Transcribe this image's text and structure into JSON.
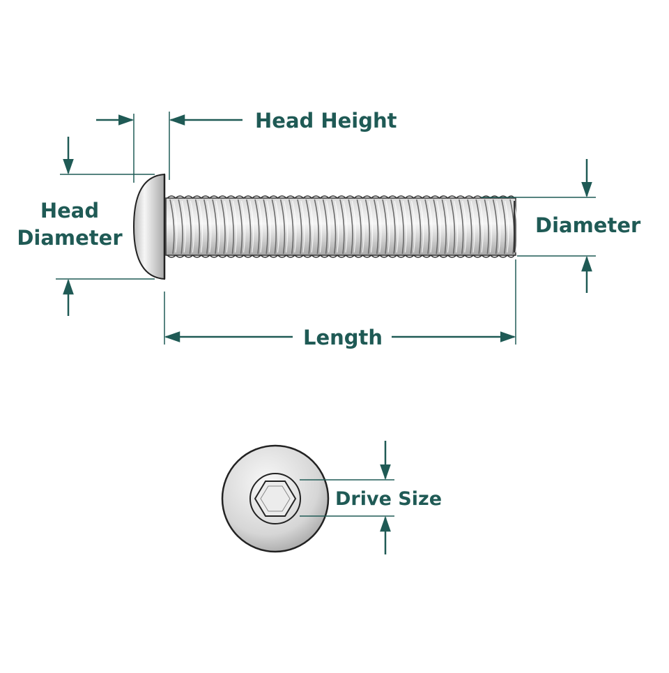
{
  "labels": {
    "head_height": "Head Height",
    "head_diameter_line1": "Head",
    "head_diameter_line2": "Diameter",
    "diameter": "Diameter",
    "length": "Length",
    "drive_size": "Drive Size"
  },
  "colors": {
    "label": "#1f5a55",
    "dimension_line": "#1f5a55",
    "outline": "#222222",
    "metal_light": "#f4f4f4",
    "metal_mid": "#d2d2d2",
    "metal_dark": "#9a9a9a"
  }
}
